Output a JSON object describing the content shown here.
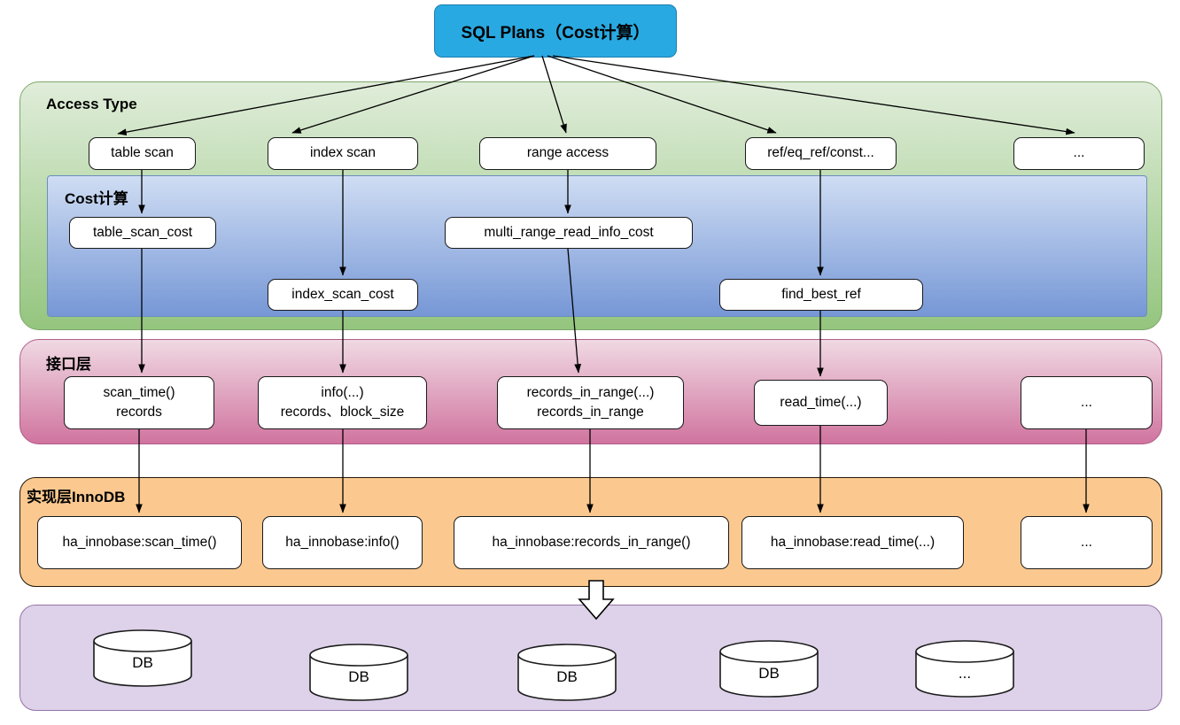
{
  "title_box": {
    "label": "SQL Plans（Cost计算）"
  },
  "access_layer": {
    "title": "Access Type",
    "nodes": [
      {
        "label": "table scan"
      },
      {
        "label": "index scan"
      },
      {
        "label": "range access"
      },
      {
        "label": "ref/eq_ref/const..."
      },
      {
        "label": "..."
      }
    ]
  },
  "cost_layer": {
    "title": "Cost计算",
    "nodes": [
      {
        "label": "table_scan_cost"
      },
      {
        "label": "multi_range_read_info_cost"
      },
      {
        "label": "index_scan_cost"
      },
      {
        "label": "find_best_ref"
      }
    ]
  },
  "interface_layer": {
    "title": "接口层",
    "nodes": [
      {
        "line1": "scan_time()",
        "line2": "records"
      },
      {
        "line1": "info(...)",
        "line2": "records、block_size"
      },
      {
        "line1": "records_in_range(...)",
        "line2": "records_in_range"
      },
      {
        "line1": "read_time(...)",
        "line2": ""
      },
      {
        "line1": "...",
        "line2": ""
      }
    ]
  },
  "impl_layer": {
    "title": "实现层InnoDB",
    "nodes": [
      {
        "label": "ha_innobase:scan_time()"
      },
      {
        "label": "ha_innobase:info()"
      },
      {
        "label": "ha_innobase:records_in_range()"
      },
      {
        "label": "ha_innobase:read_time(...)"
      },
      {
        "label": "..."
      }
    ]
  },
  "storage_layer": {
    "nodes": [
      {
        "label": "DB"
      },
      {
        "label": "DB"
      },
      {
        "label": "DB"
      },
      {
        "label": "DB"
      },
      {
        "label": "..."
      }
    ]
  },
  "colors": {
    "title_fill": "#29a9e1",
    "access_band_top": "#e0edda",
    "access_band_bottom": "#94c57e",
    "access_border": "#7fa86b",
    "cost_band_top": "#cfddf3",
    "cost_band_bottom": "#7697d6",
    "cost_border": "#6c8ebf",
    "interface_band_top": "#f0d9e3",
    "interface_band_bottom": "#d0749f",
    "impl_band_fill": "#fbc990",
    "storage_band_fill": "#ddd2e9",
    "storage_border": "#9673a6",
    "node_fill": "#ffffff",
    "line": "#000000"
  },
  "edges": [
    {
      "from": "SQL Plans（Cost计算）",
      "to": "table scan"
    },
    {
      "from": "SQL Plans（Cost计算）",
      "to": "index scan"
    },
    {
      "from": "SQL Plans（Cost计算）",
      "to": "range access"
    },
    {
      "from": "SQL Plans（Cost计算）",
      "to": "ref/eq_ref/const..."
    },
    {
      "from": "SQL Plans（Cost计算）",
      "to": "..."
    },
    {
      "from": "table scan",
      "to": "table_scan_cost"
    },
    {
      "from": "index scan",
      "to": "index_scan_cost"
    },
    {
      "from": "range access",
      "to": "multi_range_read_info_cost"
    },
    {
      "from": "ref/eq_ref/const...",
      "to": "find_best_ref"
    },
    {
      "from": "table_scan_cost",
      "to": "scan_time() records"
    },
    {
      "from": "index_scan_cost",
      "to": "info(...) records、block_size"
    },
    {
      "from": "multi_range_read_info_cost",
      "to": "records_in_range(...) records_in_range"
    },
    {
      "from": "find_best_ref",
      "to": "read_time(...)"
    },
    {
      "from": "scan_time() records",
      "to": "ha_innobase:scan_time()"
    },
    {
      "from": "info(...) records、block_size",
      "to": "ha_innobase:info()"
    },
    {
      "from": "records_in_range(...) records_in_range",
      "to": "ha_innobase:records_in_range()"
    },
    {
      "from": "read_time(...)",
      "to": "ha_innobase:read_time(...)"
    },
    {
      "from": "... (interface)",
      "to": "... (impl)"
    },
    {
      "from": "实现层InnoDB",
      "to": "storage (DB)"
    }
  ]
}
